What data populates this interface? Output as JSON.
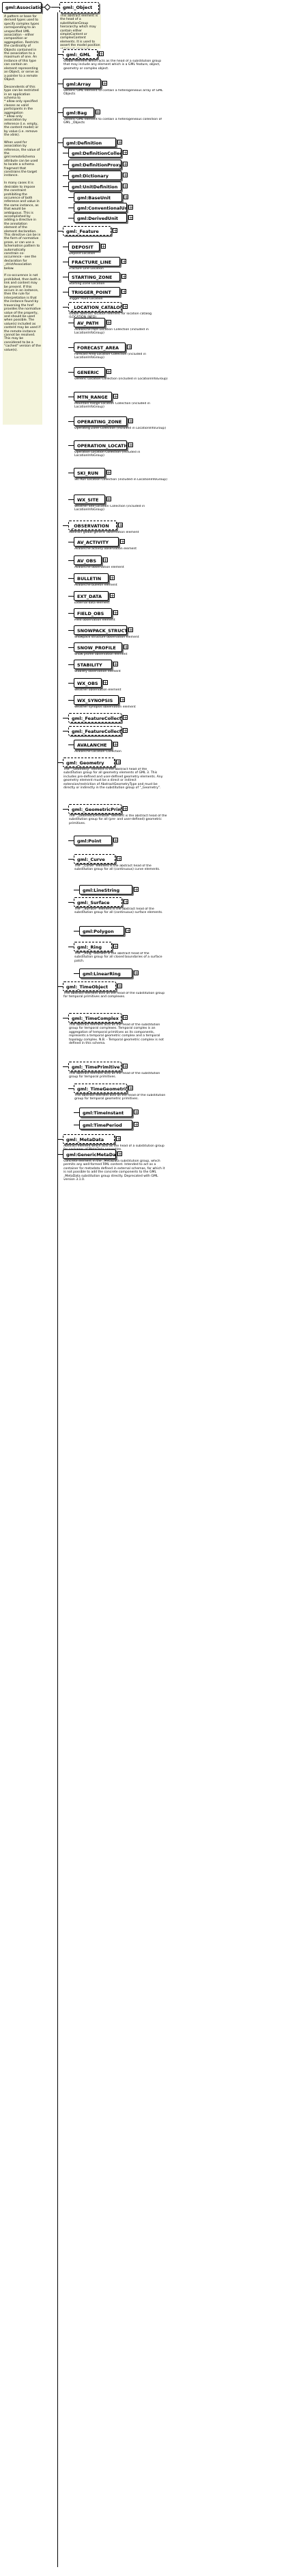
{
  "root": {
    "name": "gml:AssociationType",
    "doc": "A pattern or base for derived types used to specify complex types corresponding to an unspecified UML association - either composition or aggregation. Restricts the cardinality of Objects contained in the association to a maximum of one. An instance of this type can contain an element representing an Object, or serve as a pointer to a remote Object.\n\nDescendents of this type can be restricted in an application schema to\n* allow only specified classes as valid participants in the aggregation\n* allow only association by reference (i.e. empty, the content model) or by value (i.e. remove the xlink).\n\nWhen used for association by reference, the value of the gml:remoteSchema attribute can be used to locate a schema fragment that constrains the target instance.\n\nIn many cases it is desirable to impose the constraint prohibiting the occurence of both reference and value in the same instance, as that would be ambiguous. This is accomplished by adding a directive in the annotation element of the element declaration. This directive can be in the form of normative prose, or can use a Schematron pattern to automatically constrain co-occurrence - see the declaration for _strictAssociation below.\n\nIf co-occurence is not prohibited, then both a link and content may be present. If this occurs in an instance, then the rule for interpretation is that the instance found by traversing the href provides the normative value of the property, and should be used when possible. The value(s) included as content may be used if the remote instance cannot be resolved. This may be considered to be a \"cached\" version of the value(s)."
  },
  "object": {
    "name": "gml:_Object",
    "doc": "This abstract element is the head of a substitutionGroup hierararchy which may contain either simpleContent or complexContent elements. It is used to assert the model position of \"class\" elements declared in other GML schemas."
  },
  "nodes": [
    {
      "name": "gml:_GML",
      "doc": "Global element which acts as the head of a substitution group that may include any element which is a GML feature, object, geometry or complex object."
    },
    {
      "name": "gml:Array",
      "doc": "Generic GML element to contain a heterogeneous array of GML Objects"
    },
    {
      "name": "gml:Bag",
      "doc": "Generic GML element to contain a heterogeneous collection of GML _Objects"
    },
    {
      "name": "gml:Definition",
      "doc": ""
    },
    {
      "name": "gml:DefinitionCollection",
      "doc": ""
    },
    {
      "name": "gml:DefinitionProxy",
      "doc": ""
    },
    {
      "name": "gml:Dictionary",
      "doc": ""
    },
    {
      "name": "gml:UnitDefinition",
      "doc": ""
    },
    {
      "name": "gml:BaseUnit",
      "doc": ""
    },
    {
      "name": "gml:ConventionalUnit",
      "doc": ""
    },
    {
      "name": "gml:DerivedUnit",
      "doc": ""
    },
    {
      "name": "gml:_Feature",
      "doc": ""
    },
    {
      "name": "DEPOSIT",
      "doc": "Deposit Location"
    },
    {
      "name": "FRACTURE_LINE",
      "doc": "Fracture Line Location"
    },
    {
      "name": "STARTING_ZONE",
      "doc": "Starting Zone Location"
    },
    {
      "name": "TRIGGER_POINT",
      "doc": "Trigger Point Location"
    },
    {
      "name": "_LOCATION_CATALOG_ELEMENT",
      "doc": "Global abstract location element for location catalog (LOCATION_INFO)"
    },
    {
      "name": "AV_PATH",
      "doc": "Avalanche Path Location Collection (included in LocationInfoGroup)"
    },
    {
      "name": "FORECAST_AREA",
      "doc": "Forecast Area Location Collection (included in LocationInfoGroup)"
    },
    {
      "name": "GENERIC",
      "doc": "Generic Location Collection (included in LocationInfoGroup)"
    },
    {
      "name": "MTN_RANGE",
      "doc": "Mountain Range Location Collection (included in LocationInfoGroup)"
    },
    {
      "name": "OPERATING_ZONE",
      "doc": "Operating Zone Collection (included in LocationInfoGroup)"
    },
    {
      "name": "OPERATION_LOCATION",
      "doc": "Operation Location Collection (included in LocationInfoGroup)"
    },
    {
      "name": "SKI_RUN",
      "doc": "Ski Run Location Collection (included in LocationInfoGroup)"
    },
    {
      "name": "WX_SITE",
      "doc": "Weather Site Location Collection (included in LocationInfoGroup)"
    },
    {
      "name": "_OBSERVATION",
      "doc": "Abstract global generic observation element"
    },
    {
      "name": "AV_ACTIVITY",
      "doc": "Avalanche activity observation element"
    },
    {
      "name": "AV_OBS",
      "doc": "Avalanche observation element"
    },
    {
      "name": "BULLETIN",
      "doc": "Avalanche bulletin element"
    },
    {
      "name": "EXT_DATA",
      "doc": "External data element"
    },
    {
      "name": "FIELD_OBS",
      "doc": "Field observation element"
    },
    {
      "name": "SNOWPACK_STRUCTURE",
      "doc": "Snowpack structure observation element"
    },
    {
      "name": "SNOW_PROFILE",
      "doc": "Snow profile observation element"
    },
    {
      "name": "STABILITY",
      "doc": "Stability observation element"
    },
    {
      "name": "WX_OBS",
      "doc": "Weather observation element"
    },
    {
      "name": "WX_SYNOPSIS",
      "doc": "Weather synopsis observation element"
    },
    {
      "name": "gml:_FeatureCollection",
      "doc": ""
    },
    {
      "name": "gml:_FeatureCollection",
      "doc": ""
    },
    {
      "name": "AVALANCHE",
      "doc": "Avalanche Location Collection"
    },
    {
      "name": "gml:_Geometry",
      "doc": "The \"_Geometry\" element is the abstract head of the substitution group for all geometry elements of GML 3. This includes pre-defined and user-defined geometry elements. Any geometry element must be a direct or indirect extension/restriction of AbstractGeometryType and must be directly or indirectly in the substitution group of \"_Geometry\"."
    },
    {
      "name": "gml:_GeometricPrimitive",
      "doc": "The \"_GeometricPrimitive\" element is the abstract head of the substitution group for all (pre- and user-defined) geometric primitives."
    },
    {
      "name": "gml:Point",
      "doc": ""
    },
    {
      "name": "gml:_Curve",
      "doc": "The \"_Curve\" element is the abstract head of the substitution group for all (continuous) curve elements."
    },
    {
      "name": "gml:LineString",
      "doc": ""
    },
    {
      "name": "gml:_Surface",
      "doc": "The \"_Surface\" element is the abstract head of the substitution group for all (continuous) surface elements."
    },
    {
      "name": "gml:Polygon",
      "doc": ""
    },
    {
      "name": "gml:_Ring",
      "doc": "The \"_Ring\" element is the abstract head of the substitution group for all closed boundaries of a surface patch."
    },
    {
      "name": "gml:LinearRing",
      "doc": ""
    },
    {
      "name": "gml:_TimeObject",
      "doc": "This abstract element acts as the head of the substitution group for temporal primitives and complexes."
    },
    {
      "name": "gml:_TimeComplex",
      "doc": "This abstract element acts as the head of the substitution group for temporal complexes. Temporal complex is an aggregation of temporal primitives as its components, represents a temporal geometric complex and a temporal topology complex. N.B. - Temporal geometric complex is not defined in this schema."
    },
    {
      "name": "gml:_TimePrimitive",
      "doc": "This abstract element acts as the head of the substitution group for temporal primitives."
    },
    {
      "name": "gml:_TimeGeometricPrimitive",
      "doc": "This abstract element acts as the head of the substitution group for temporal geometric primitives."
    },
    {
      "name": "gml:TimeInstant",
      "doc": ""
    },
    {
      "name": "gml:TimePeriod",
      "doc": ""
    },
    {
      "name": "gml:_MetaData",
      "doc": "Abstract element which acts as the head of a substitution group for packages of MetaData properties."
    },
    {
      "name": "gml:GenericMetaData",
      "doc": "Concrete element in the _MetaData substitution group, which permits any well-formed XML content. Intended to act as a container for metadata defined in external schemas, for which it is not possible to add the concrete components to the GML _MetaData substitution group directly. Deprecated with GML version 3.1.0."
    }
  ]
}
